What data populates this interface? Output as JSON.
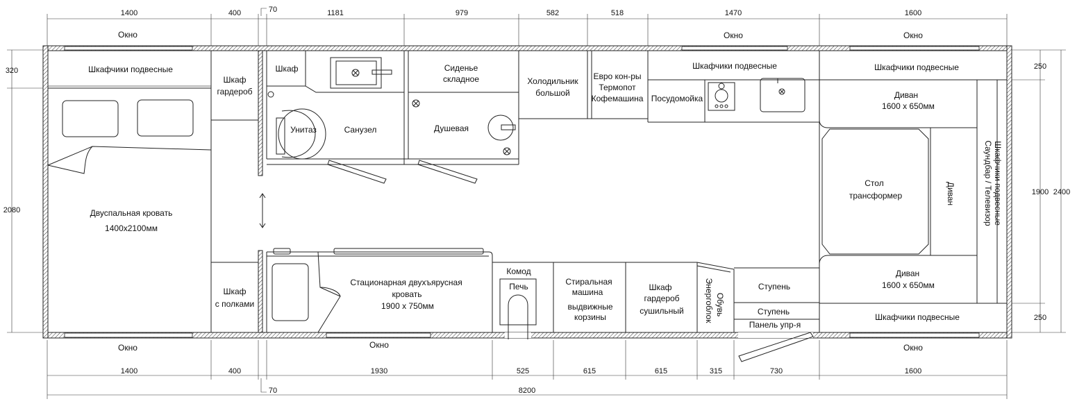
{
  "dimensions": {
    "top": [
      "1400",
      "400",
      "70",
      "1181",
      "979",
      "582",
      "518",
      "1470",
      "1600"
    ],
    "bottom": [
      "1400",
      "400",
      "70",
      "1930",
      "525",
      "615",
      "615",
      "315",
      "730",
      "1600"
    ],
    "total_length": "8200",
    "left": {
      "cabinets": "320",
      "width": "2080"
    },
    "right": {
      "top": "250",
      "inner": "1900",
      "total": "2400",
      "bottom": "250"
    }
  },
  "windows": {
    "top_left": "Окно",
    "top_mid": "Окно",
    "top_right": "Окно",
    "bottom_left": "Окно",
    "bottom_mid": "Окно",
    "bottom_right": "Окно"
  },
  "rooms": {
    "wall_cabinets_left": "Шкафчики подвесные",
    "wardrobe_top": {
      "line1": "Шкаф",
      "line2": "гардероб"
    },
    "closet": "Шкаф",
    "toilet": "Унитаз",
    "bathroom": "Санузел",
    "folding_seat": {
      "line1": "Сиденье",
      "line2": "складное"
    },
    "shower": "Душевая",
    "fridge": {
      "line1": "Холодильник",
      "line2": "большой"
    },
    "euro_sockets": {
      "line1": "Евро кон-ры",
      "line2": "Термопот",
      "line3": "Кофемашина"
    },
    "dishwasher": "Посудомойка",
    "wall_cabinets_kitchen": "Шкафчики подвесные",
    "wall_cabinets_right_top": "Шкафчики подвесные",
    "sofa_top": {
      "line1": "Диван",
      "line2": "1600 х 650мм"
    },
    "wall_cabinets_vertical": {
      "line1": "Шкафчики подвесные",
      "line2": "Саундбар / Телевизор"
    },
    "table": {
      "line1": "Стол",
      "line2": "трансформер"
    },
    "sofa_side": "Диван",
    "bed": {
      "line1": "Двуспальная кровать",
      "line2": "1400х2100мм"
    },
    "shelf_closet": {
      "line1": "Шкаф",
      "line2": "с полками"
    },
    "bunk_bed": {
      "line1": "Стационарная двухъярусная",
      "line2": "кровать",
      "line3": "1900 х 750мм"
    },
    "dresser": "Комод",
    "stove": "Печь",
    "washer": {
      "line1": "Стиральная",
      "line2": "машина",
      "line3": "выдвижные",
      "line4": "корзины"
    },
    "dryer_wardrobe": {
      "line1": "Шкаф",
      "line2": "гардероб",
      "line3": "сушильный"
    },
    "shoes": "Обувь",
    "power_unit": "Энергоблок",
    "step_top": "Ступень",
    "step_bottom": "Ступень",
    "control_panel": "Панель упр-я",
    "sofa_bottom": {
      "line1": "Диван",
      "line2": "1600 х 650мм"
    },
    "wall_cabinets_right_bottom": "Шкафчики подвесные"
  }
}
